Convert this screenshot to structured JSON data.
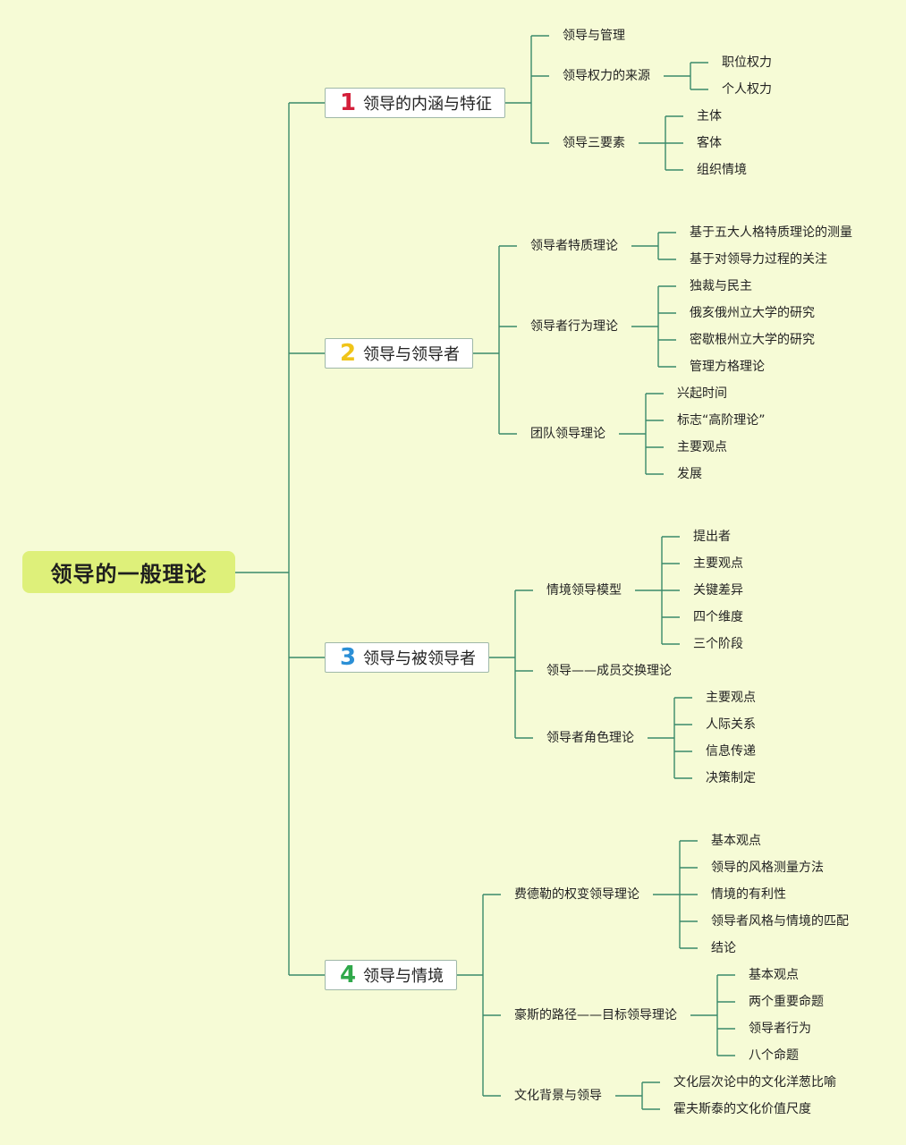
{
  "root": {
    "title": "领导的一般理论"
  },
  "colors": {
    "background": "#f6fbd6",
    "root_fill": "#def07a",
    "line": "#3a8a6a"
  },
  "branches": [
    {
      "num": "1",
      "num_color": "#d41f3a",
      "label": "领导的内涵与特征",
      "children": [
        {
          "label": "领导与管理",
          "children": []
        },
        {
          "label": "领导权力的来源",
          "children": [
            "职位权力",
            "个人权力"
          ]
        },
        {
          "label": "领导三要素",
          "children": [
            "主体",
            "客体",
            "组织情境"
          ]
        }
      ]
    },
    {
      "num": "2",
      "num_color": "#f0c419",
      "label": "领导与领导者",
      "children": [
        {
          "label": "领导者特质理论",
          "children": [
            "基于五大人格特质理论的测量",
            "基于对领导力过程的关注"
          ]
        },
        {
          "label": "领导者行为理论",
          "children": [
            "独裁与民主",
            "俄亥俄州立大学的研究",
            "密歇根州立大学的研究",
            "管理方格理论"
          ]
        },
        {
          "label": "团队领导理论",
          "children": [
            "兴起时间",
            "标志“高阶理论”",
            "主要观点",
            "发展"
          ]
        }
      ]
    },
    {
      "num": "3",
      "num_color": "#2b8fd6",
      "label": "领导与被领导者",
      "children": [
        {
          "label": "情境领导模型",
          "children": [
            "提出者",
            "主要观点",
            "关键差异",
            "四个维度",
            "三个阶段"
          ]
        },
        {
          "label": "领导——成员交换理论",
          "children": []
        },
        {
          "label": "领导者角色理论",
          "children": [
            "主要观点",
            "人际关系",
            "信息传递",
            "决策制定"
          ]
        }
      ]
    },
    {
      "num": "4",
      "num_color": "#2fa84a",
      "label": "领导与情境",
      "children": [
        {
          "label": "费德勒的权变领导理论",
          "children": [
            "基本观点",
            "领导的风格测量方法",
            "情境的有利性",
            "领导者风格与情境的匹配",
            "结论"
          ]
        },
        {
          "label": "豪斯的路径——目标领导理论",
          "children": [
            "基本观点",
            "两个重要命题",
            "领导者行为",
            "八个命题"
          ]
        },
        {
          "label": "文化背景与领导",
          "children": [
            "文化层次论中的文化洋葱比喻",
            "霍夫斯泰的文化价值尺度"
          ]
        }
      ]
    }
  ]
}
